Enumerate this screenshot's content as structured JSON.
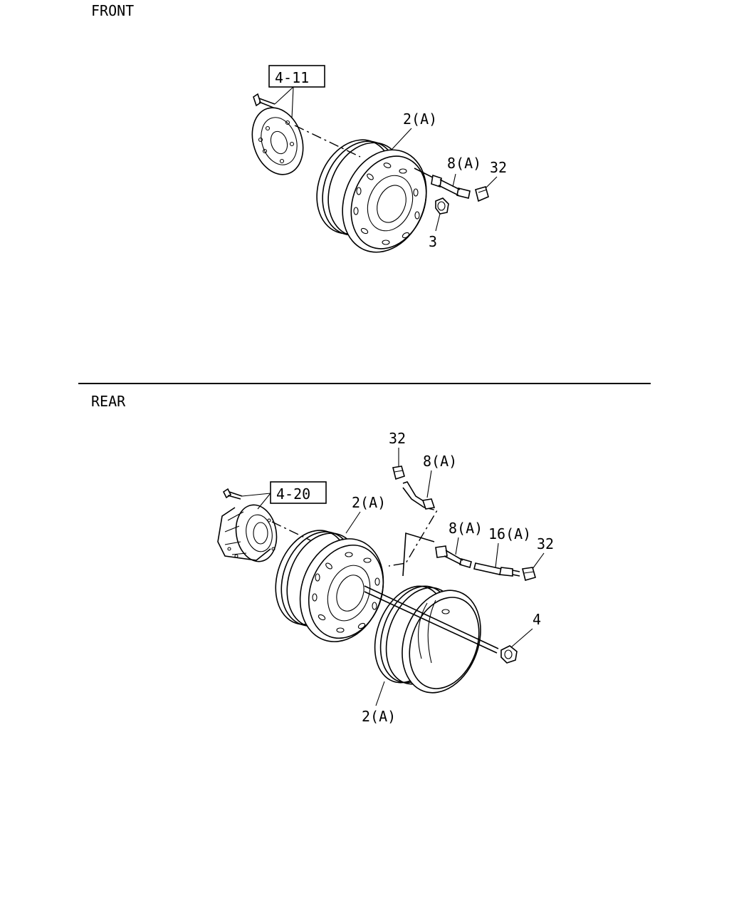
{
  "sections": {
    "front": {
      "title": "FRONT"
    },
    "rear": {
      "title": "REAR"
    }
  },
  "front_labels": {
    "ref_hub": "4-11",
    "wheel": "2(A)",
    "valve": "8(A)",
    "cap": "32",
    "nut": "3"
  },
  "rear_labels": {
    "ref_hub": "4-20",
    "wheel_outer": "2(A)",
    "wheel_inner": "2(A)",
    "cap_top": "32",
    "valve_top": "8(A)",
    "valve_mid": "8(A)",
    "extension": "16(A)",
    "cap_right": "32",
    "nut": "4"
  }
}
